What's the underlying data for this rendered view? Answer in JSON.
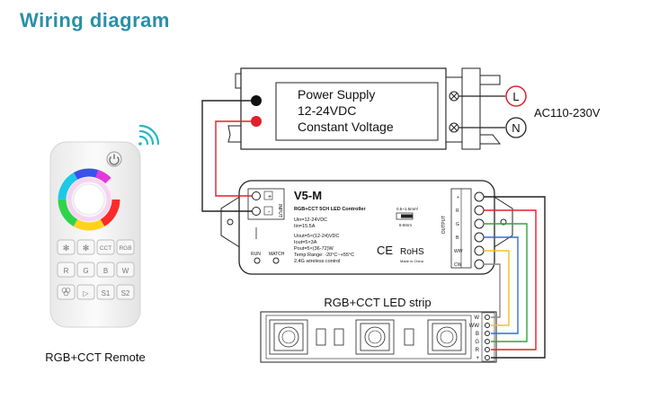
{
  "heading": "Wiring diagram",
  "power_supply": {
    "line1": "Power Supply",
    "line2": "12-24VDC",
    "line3": "Constant Voltage",
    "terminal_L": "L",
    "terminal_N": "N",
    "ac_label": "AC110-230V"
  },
  "controller": {
    "model": "V5-M",
    "subtitle": "RGB+CCT 5CH LED Controller",
    "uin": "Uin=12-24VDC",
    "iin": "Iin=15.5A",
    "uout": "Uout=5×(12-24)VDC",
    "iout": "Iout=5×3A",
    "pout": "Pout=5×(36-72)W",
    "temp": "Temp Range: -20°C~+55°C",
    "wireless": "2.4G wireless control",
    "wire_gauge": "0.5~1.5mm²",
    "strip_len": "6-8mm",
    "input_label": "INPUT",
    "output_label": "OUTPUT",
    "run_label": "RUN",
    "match_label": "MATCH",
    "ce": "CE",
    "rohs": "RoHS",
    "made_in": "Made in China",
    "in_plus": "+",
    "in_minus": "-",
    "out_terminals": [
      "+",
      "R",
      "G",
      "B",
      "WW",
      "CW"
    ]
  },
  "strip": {
    "title": "RGB+CCT LED strip",
    "pins": [
      "W",
      "WW",
      "B",
      "G",
      "R",
      "+"
    ]
  },
  "remote": {
    "caption": "RGB+CCT Remote",
    "buttons_row1": [
      "✻",
      "✻",
      "CCT",
      "RGB"
    ],
    "buttons_row2": [
      "R",
      "G",
      "B",
      "W"
    ],
    "buttons_row3": [
      "⌘",
      "▷",
      "S1",
      "S2"
    ]
  },
  "colors": {
    "heading": "#2a8fa6",
    "wire_red": "#e0202a",
    "wire_green": "#33a33a",
    "wire_blue": "#2e6fd6",
    "wire_yellow": "#f2c21b",
    "wire_black": "#222222",
    "wire_gray": "#8a8a8a",
    "wifi": "#22b8c4"
  }
}
